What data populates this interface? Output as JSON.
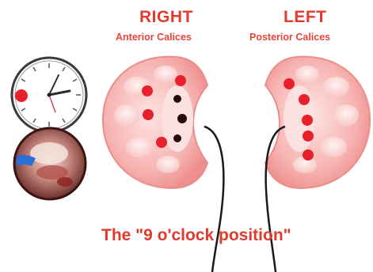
{
  "labels": {
    "right": "RIGHT",
    "right_sub": "Anterior Calices",
    "left": "LEFT",
    "left_sub": "Posterior Calices",
    "caption": "The \"9 o'clock position\""
  },
  "icons": {
    "clock": "clock-icon",
    "endoscopy": "endoscopic-view-image"
  },
  "colors": {
    "text_red": "#e23b2e",
    "kidney_outer": "#f3a3a1",
    "kidney_inner": "#fbd9d7",
    "calyx_dot": "#e8202a",
    "posterior_dot": "#2a0a08"
  }
}
